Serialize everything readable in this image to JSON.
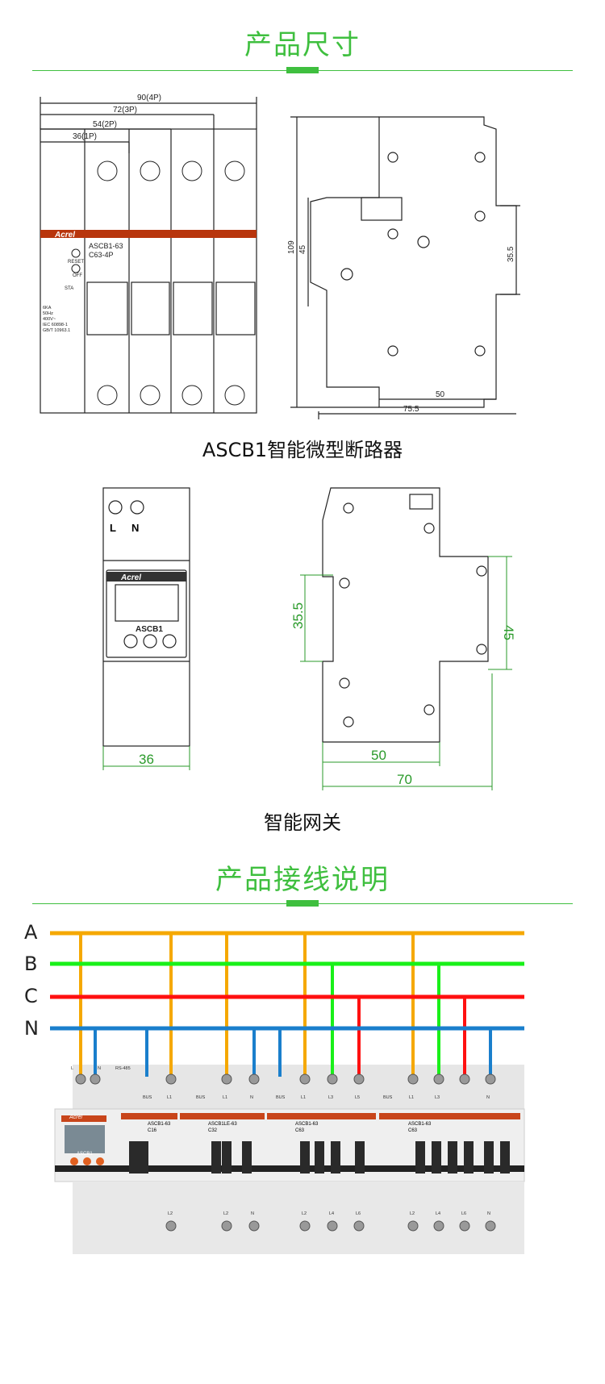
{
  "section1": {
    "title": "产品尺寸"
  },
  "breaker": {
    "caption": "ASCB1智能微型断路器",
    "dims": {
      "w4p": "90(4P)",
      "w3p": "72(3P)",
      "w2p": "54(2P)",
      "w1p": "36(1P)",
      "height": "109",
      "h45": "45",
      "rail": "35.5",
      "d50": "50",
      "depth": "75.5"
    },
    "brand": "Acrel",
    "model": "ASCB1-63",
    "rating": "C63-4P",
    "reset": "RESET",
    "off": "OFF",
    "sta": "STA",
    "specs": [
      "6KA",
      "50Hz",
      "400V~",
      "IEC 60898-1",
      "GB/T 10963.1"
    ]
  },
  "gateway": {
    "caption": "智能网关",
    "dims": {
      "width": "36",
      "rail": "35.5",
      "h45": "45",
      "d50": "50",
      "depth": "70"
    },
    "terminals": [
      "L",
      "N"
    ],
    "brand": "Acrel",
    "model": "ASCB1"
  },
  "section2": {
    "title": "产品接线说明"
  },
  "wiring": {
    "phases": [
      {
        "label": "A",
        "color": "#f5a800"
      },
      {
        "label": "B",
        "color": "#19f019"
      },
      {
        "label": "C",
        "color": "#ff1010"
      },
      {
        "label": "N",
        "color": "#1a7fcc"
      }
    ],
    "top_labels": [
      "L",
      "N",
      "RS-485",
      "BUS",
      "L1",
      "BUS",
      "L1",
      "N",
      "BUS",
      "L1",
      "L3",
      "L5",
      "BUS",
      "L1",
      "L3",
      "N"
    ],
    "bottom_labels": [
      "L2",
      "L2",
      "N",
      "L2",
      "L4",
      "L6",
      "L2",
      "L4",
      "L6",
      "N"
    ],
    "modules": [
      {
        "model": "ASCB1-63",
        "rating": "C16"
      },
      {
        "model": "ASCB1LE-63",
        "rating": "C32"
      },
      {
        "model": "ASCB1-63",
        "rating": "C63"
      },
      {
        "model": "ASCB1-63",
        "rating": "C63"
      }
    ],
    "gateway_label": "ASCB1",
    "brand": "Acrel"
  }
}
